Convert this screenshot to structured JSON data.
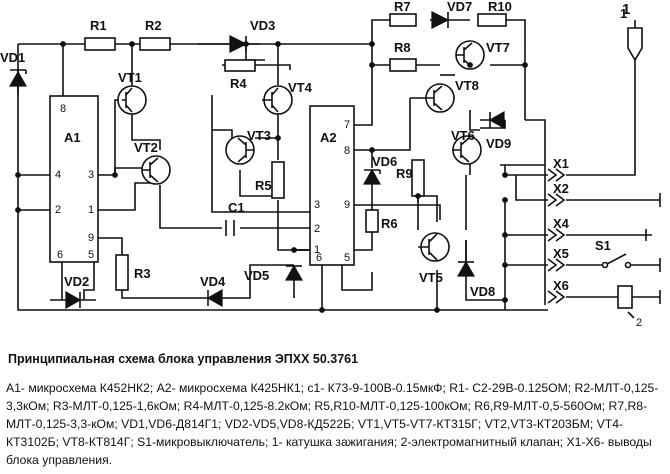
{
  "figure_number": "1",
  "components": {
    "R1": "R1",
    "R2": "R2",
    "R3": "R3",
    "R4": "R4",
    "R5": "R5",
    "R6": "R6",
    "R7": "R7",
    "R8": "R8",
    "R9": "R9",
    "R10": "R10",
    "VD1": "VD1",
    "VD2": "VD2",
    "VD3": "VD3",
    "VD4": "VD4",
    "VD5": "VD5",
    "VD6": "VD6",
    "VD7": "VD7",
    "VD8": "VD8",
    "VD9": "VD9",
    "VT1": "VT1",
    "VT2": "VT2",
    "VT3": "VT3",
    "VT4": "VT4",
    "VT5": "VT5",
    "VT6": "VT6",
    "VT7": "VT7",
    "VT8": "VT8",
    "C1": "C1",
    "A1": "A1",
    "A2": "A2",
    "S1": "S1"
  },
  "pins": {
    "a1_8": "8",
    "a1_4": "4",
    "a1_3": "3",
    "a1_2": "2",
    "a1_1": "1",
    "a1_9": "9",
    "a1_6": "6",
    "a1_5": "5",
    "a2_7": "7",
    "a2_8": "8",
    "a2_9": "9",
    "a2_3": "3",
    "a2_2": "2",
    "a2_1": "1",
    "a2_6": "6",
    "a2_5": "5"
  },
  "outputs": {
    "X1": "X1",
    "X2": "X2",
    "X4": "X4",
    "X5": "X5",
    "X6": "X6"
  },
  "coil_label": "1",
  "valve_label": "2",
  "caption_title": "Принципиальная схема блока управления ЭПХХ 50.3761",
  "caption_text": "А1- микросхема К452НК2; А2- микросхема К425НК1; с1- К73-9-100В-0.15мкФ; R1- С2-29В-0.125ОМ; R2-МЛТ-0,125-3,3кОм; R3-МЛТ-0,125-1,6кОм; R4-МЛТ-0,125-8.2кОм; R5,R10-МЛТ-0,125-100кОм; R6,R9-МЛТ-0,5-560Ом; R7,R8-МЛТ-0,125-3,3-кОм; VD1,VD6-Д814Г1; VD2-VD5,VD8-КД522Б; VT1,VT5-VT7-КТ315Г; VT2,VT3-КТ203БМ; VT4-КТ3102Б; VT8-КТ814Г; S1-микровыключатель; 1- катушка зажигания; 2-электромагнитный клапан; X1-X6- выводы блока управления."
}
